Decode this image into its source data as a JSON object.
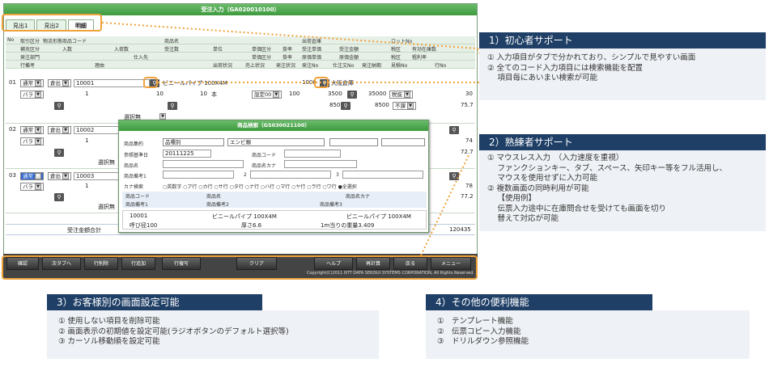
{
  "window": {
    "title": "受注入力（GA020010100）"
  },
  "tabs": [
    "見出1",
    "見出2",
    "明細"
  ],
  "header_row1": [
    "No",
    "取引区分",
    "物流形態",
    "商品コード",
    "商品名",
    "出荷倉庫",
    "ロットNo"
  ],
  "header_row2": [
    "補充区分",
    "入数",
    "入荷数",
    "受注数",
    "単位",
    "単価区分",
    "掛率",
    "受注単価",
    "受注金額",
    "税区",
    "有効在庫数"
  ],
  "header_row3": [
    "発注部門",
    "仕入先",
    "単価区分",
    "掛率",
    "原価単価",
    "原価金額",
    "税区",
    "粗利率"
  ],
  "header_row4": [
    "行備考",
    "理由",
    "出荷状況",
    "売上状況",
    "発注状況",
    "発注No",
    "仕注文No",
    "発注納期",
    "見積No",
    "行No"
  ],
  "lines": [
    {
      "no": "01",
      "kind": "通常",
      "flow": "倉出",
      "code": "10001",
      "unit_type": "バラ",
      "qty1": "1",
      "qty2": "10",
      "order": "10",
      "unit": "本",
      "price_set": "設定00",
      "rate": "100",
      "unit_price": "3500",
      "amount": "35000",
      "tax": "税抜",
      "stock": "30",
      "sub_price": "850",
      "sub_amount": "8500",
      "sub_tax": "不課",
      "margin": "75.7",
      "product_name": "ビニールパイプ 100X4M",
      "warehouse": "1000",
      "warehouse_name": "大阪倉庫",
      "select_label": "選択無"
    },
    {
      "no": "02",
      "kind": "通常",
      "flow": "倉出",
      "code": "10002",
      "unit_type": "バラ",
      "qty1": "1",
      "stock": "74",
      "margin": "72.7",
      "select_label": "選択無"
    },
    {
      "no": "03",
      "kind": "通常",
      "flow": "倉出",
      "code": "10003",
      "unit_type": "バラ",
      "qty1": "1",
      "stock": "78",
      "margin": "77.2",
      "select_label": "選択無"
    }
  ],
  "total": {
    "label": "受注金額合計",
    "value": "120435"
  },
  "popup": {
    "title": "商品検索（GS030021100）",
    "label_group": "商品集約",
    "group_value": "品種別",
    "group_value2": "エンビ類",
    "label_ref": "参照基準日",
    "ref_date": "20111225",
    "label_code": "商品コード",
    "label_name": "商品名",
    "label_kana": "商品名カナ",
    "label_remark": "商品備考1",
    "remark_nums": [
      "2",
      "3"
    ],
    "label_kana_search": "カナ検索",
    "kana_options": "○英数字 ○ア行 ○カ行 ○サ行 ○タ行 ○ナ行 ○ハ行 ○マ行 ○ヤ行 ○ラ行 ○ワ行 ●全選択",
    "result_headers": [
      "商品コード",
      "商品名",
      "商品名カナ"
    ],
    "result_headers2": [
      "商品備考1",
      "商品備考2",
      "商品備考3"
    ],
    "result": {
      "code": "10001",
      "name": "ビニールパイプ 100X4M",
      "kana": "ビニールパイプ 100X4M",
      "remark1": "呼び径100",
      "remark2": "厚さ6.6",
      "remark3": "1m当りの重量3.409"
    }
  },
  "buttons": [
    "確認",
    "次タブへ",
    "行削除",
    "行追加",
    "行複写",
    "クリア",
    "ヘルプ",
    "再計算",
    "戻る",
    "メニュー"
  ],
  "copyright": "Copyright(C)2011 NTT DATA SEKISUI SYSTEMS CORPORATION, All Rights Reserved.",
  "annotations": [
    {
      "title": "1）初心者サポート",
      "lines": [
        "① 入力項目がタブで分かれており、シンプルで見やすい画面",
        "② 全てのコード入力項目には検索機能を配置",
        "　 項目毎にあいまい検索が可能"
      ]
    },
    {
      "title": "2）熟練者サポート",
      "lines": [
        "① マウスレス入力　（入力速度を重視）",
        "　 ファンクションキー、タブ、スペース、矢印キー等をフル活用し、",
        "　 マウスを使用せずに入力可能",
        "② 複数画面の同時利用が可能",
        "　 【使用例】",
        "　 伝票入力途中に在庫問合せを受けても画面を切り",
        "　 替えて対応が可能"
      ]
    },
    {
      "title": "3）お客様別の画面設定可能",
      "lines": [
        "① 使用しない項目を削除可能",
        "② 画面表示の初期値を設定可能(ラジオボタンのデフォルト選択等)",
        "③ カーソル移動順を設定可能"
      ]
    },
    {
      "title": "4）その他の便利機能",
      "lines": [
        "①　テンプレート機能",
        "②　伝票コピー入力機能",
        "③　ドリルダウン参照機能"
      ]
    }
  ]
}
